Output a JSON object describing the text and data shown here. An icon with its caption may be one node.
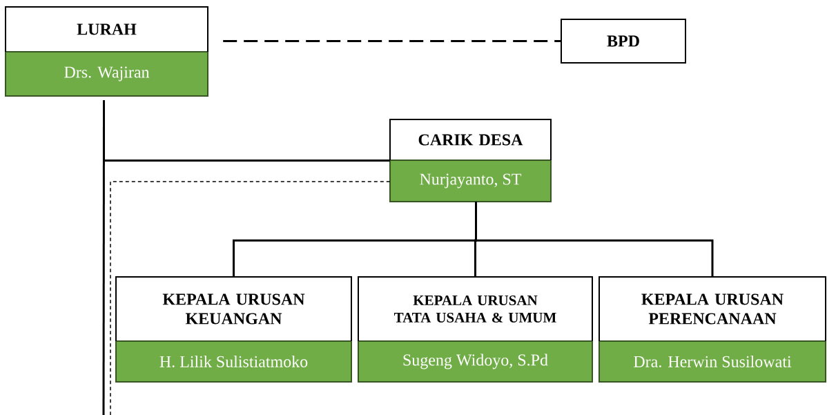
{
  "diagram": {
    "nodes": [
      {
        "text": [
          "LURAH",
          "Drs. Wajiran"
        ]
      },
      {
        "text": [
          "BPD"
        ]
      },
      {
        "text": [
          "CARIK DESA",
          "Nurjayanto, ST"
        ]
      },
      {
        "text": [
          "KEPALA URUSAN KEUANGAN",
          "H. Lilik Sulistiatmoko"
        ]
      },
      {
        "text": [
          "KEPALA URUSAN TATA USAHA & UMUM",
          "Sugeng Widoyo, S.Pd"
        ]
      },
      {
        "text": [
          "KEPALA URUSAN PERENCANAAN",
          "Dra. Herwin Susilowati"
        ]
      }
    ],
    "edges": [
      {
        "from": 0,
        "to": 1,
        "arrow": "none",
        "style": "dashed"
      },
      {
        "from": 0,
        "to": 2,
        "arrow": "none"
      },
      {
        "from": 0,
        "to": null,
        "arrow": "none"
      },
      {
        "from": 2,
        "to": null,
        "arrow": "none",
        "style": "dashed"
      },
      {
        "from": 2,
        "to": 3,
        "arrow": "none"
      },
      {
        "from": 2,
        "to": 4,
        "arrow": "none"
      },
      {
        "from": 2,
        "to": 5,
        "arrow": "none"
      }
    ]
  }
}
